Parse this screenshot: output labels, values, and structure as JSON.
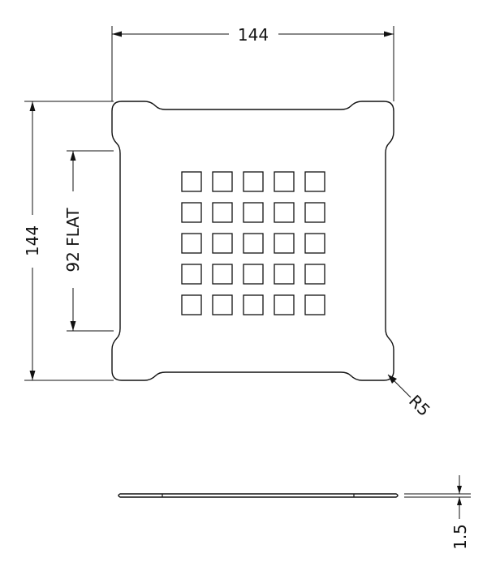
{
  "drawing": {
    "width_dimension": "144",
    "height_dimension": "144",
    "flat_dimension": "92 FLAT",
    "corner_radius": "R5",
    "thickness_dimension": "1.5"
  },
  "grid": {
    "rows": 5,
    "cols": 5
  },
  "colors": {
    "line": "#111111",
    "background": "#ffffff"
  }
}
